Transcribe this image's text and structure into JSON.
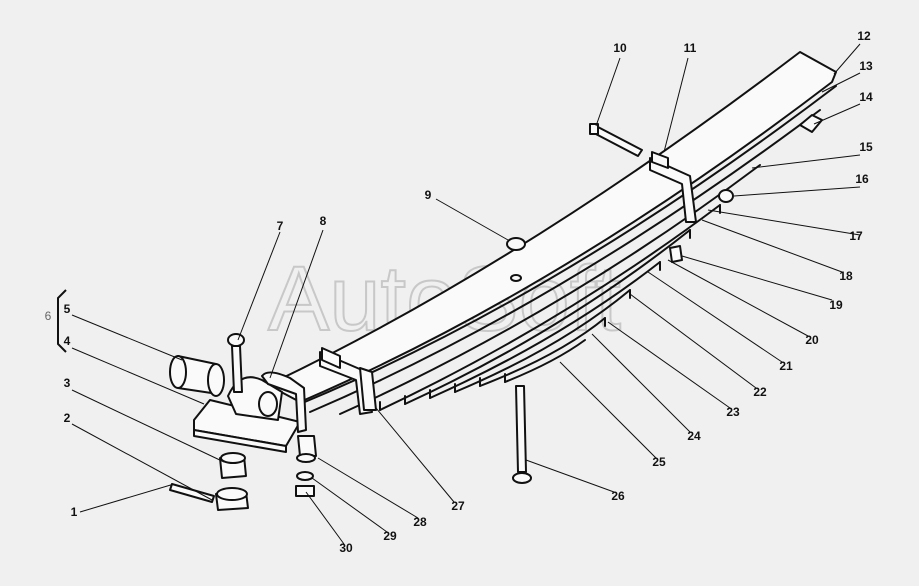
{
  "watermark": "AutoSoft",
  "callouts": [
    "1",
    "2",
    "3",
    "4",
    "5",
    "6",
    "7",
    "8",
    "9",
    "10",
    "11",
    "12",
    "13",
    "14",
    "15",
    "16",
    "17",
    "18",
    "19",
    "20",
    "21",
    "22",
    "23",
    "24",
    "25",
    "26",
    "27",
    "28",
    "29",
    "30"
  ]
}
